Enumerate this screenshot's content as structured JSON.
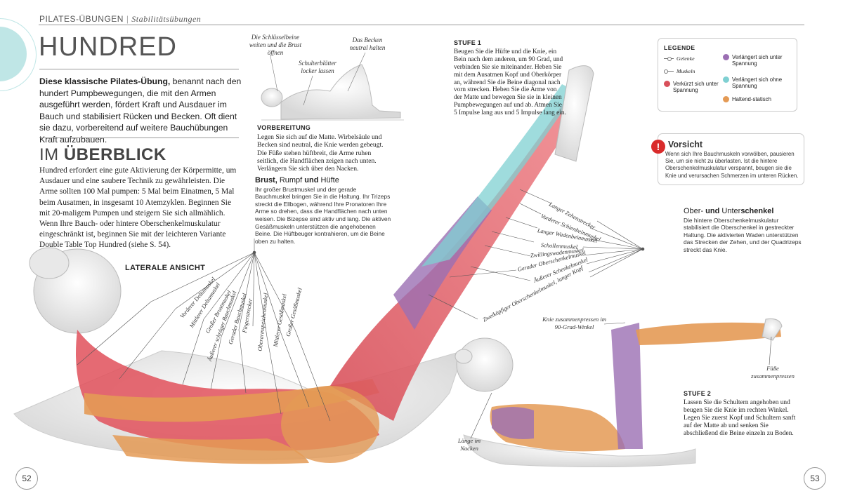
{
  "header": {
    "section": "PILATES-ÜBUNGEN",
    "subsection": "Stabilitätsübungen"
  },
  "title": "HUNDRED",
  "intro": {
    "bold": "Diese klassische Pilates-Übung,",
    "text": " benannt nach den hundert Pumpbewegungen, die mit den Armen ausgeführt werden, fördert Kraft und Ausdauer im Bauch und stabilisiert Rücken und Becken. Oft dient sie dazu, vorbereitend auf weitere Bauchübungen Kraft aufzubauen."
  },
  "overview": {
    "title_pre": "IM ",
    "title_bold": "ÜBERBLICK",
    "text": "Hundred erfordert eine gute Aktivierung der Körpermitte, um Ausdauer und eine saubere Technik zu gewährleisten. Die Arme sollten 100 Mal pumpen: 5 Mal beim Einatmen, 5 Mal beim Ausatmen, in insgesamt 10 Atemzyklen. Beginnen Sie mit 20-maligem Pumpen und steigern Sie sich allmählich. Wenn Ihre Bauch- oder hintere Oberschenkelmuskulatur eingeschränkt ist, beginnen Sie mit der leichteren Variante Double Table Top Hundred (siehe S. 54)."
  },
  "lateral_label": "LATERALE ANSICHT",
  "preparation": {
    "ann1": "Die Schlüsselbeine weiten und die Brust öffnen",
    "ann2": "Schulterblätter locker lassen",
    "ann3": "Das Becken neutral halten",
    "title": "VORBEREITUNG",
    "text": "Legen Sie sich auf die Matte. Wirbelsäule und Becken sind neutral, die Knie werden gebeugt. Die Füße stehen hüftbreit, die Arme ruhen seitlich, die Handflächen zeigen nach unten. Verlängern Sie sich über den Nacken."
  },
  "brust": {
    "h1": "Brust,",
    "h2": " Rumpf ",
    "h3": "und",
    "h4": " Hüfte",
    "text": "Ihr großer Brustmuskel und der gerade Bauchmuskel bringen Sie in die Haltung. Ihr Trizeps streckt die Ellbogen, während Ihre Pronatoren Ihre Arme so drehen, dass die Handflächen nach unten weisen. Die Bizepse sind aktiv und lang. Die aktiven Gesäßmuskeln unterstützen die angehobenen Beine. Die Hüftbeuger kontrahieren, um die Beine oben zu halten."
  },
  "muscles_left": [
    "Vorderer Deltamuskel",
    "Mittlerer Deltamuskel",
    "Großer Brustmuskel",
    "Äußerer schräger Bauchmuskel",
    "Gerader Bauchmuskel",
    "Fingerstrecker",
    "Oberarmspeichenmuskel",
    "Mittlerer Gesäßmuskel",
    "Großer Gesäßmuskel"
  ],
  "muscles_right": [
    "Langer Zehenstrecker",
    "Vorderer Schienbeinmuskel",
    "Langer Wadenbeinmuskel",
    "Schollenmuskel",
    "Zwillingswadenmuskel",
    "Gerader Oberschenkelmuskel",
    "Äußerer Schenkelmuskel",
    "Zweiköpfiger Oberschenkelmuskel, langer Kopf"
  ],
  "stufe1": {
    "title": "STUFE 1",
    "text": "Beugen Sie die Hüfte und die Knie, ein Bein nach dem anderen, um 90 Grad, und verbinden Sie sie miteinander. Heben Sie mit dem Ausatmen Kopf und Oberkörper an, während Sie die Beine diagonal nach vorn strecken. Heben Sie die Arme von der Matte und bewegen Sie sie in kleinen Pumpbewegungen auf und ab. Atmen Sie 5 Impulse lang aus und 5 Impulse lang ein."
  },
  "legend": {
    "title": "LEGENDE",
    "joints": "Gelenke",
    "muscles": "Muskeln",
    "shortened": "Verkürzt sich unter Spannung",
    "lengthen_tension": "Verlängert sich unter Spannung",
    "lengthen_no_tension": "Verlängert sich ohne Spannung",
    "static": "Haltend-statisch"
  },
  "warning": {
    "title": "Vorsicht",
    "text": "Wenn sich Ihre Bauchmuskeln vorwölben, pausieren Sie, um sie nicht zu überlasten. Ist die hintere Oberschenkelmuskulatur verspannt, beugen sie die Knie und verursachen Schmerzen im unteren Rücken."
  },
  "ober": {
    "h1": "Ober-",
    "h2": " und ",
    "h3": "Unter",
    "h4": "schenkel",
    "text": "Die hintere Oberschenkelmuskulatur stabilisiert die Oberschenkel in gestreckter Haltung. Die aktivierten Waden unterstützen das Strecken der Zehen, und der Quadrizeps streckt das Knie."
  },
  "stufe2_ann": {
    "knee": "Knie zusammenpressen im 90-Grad-Winkel",
    "feet": "Füße zusammenpressen",
    "neck": "Länge im Nacken"
  },
  "stufe2": {
    "title": "STUFE 2",
    "text": "Lassen Sie die Schultern angehoben und beugen Sie die Knie im rechten Winkel. Legen Sie zuerst Kopf und Schultern sanft auf der Matte ab und senken Sie abschließend die Beine einzeln zu Boden."
  },
  "pages": {
    "left": "52",
    "right": "53"
  },
  "colors": {
    "teal": "#bfe6e6",
    "red": "#e0505a",
    "purple": "#9b6fb3",
    "cyan": "#7fd0d2",
    "orange": "#e49a55",
    "warn": "#d92b2b"
  }
}
